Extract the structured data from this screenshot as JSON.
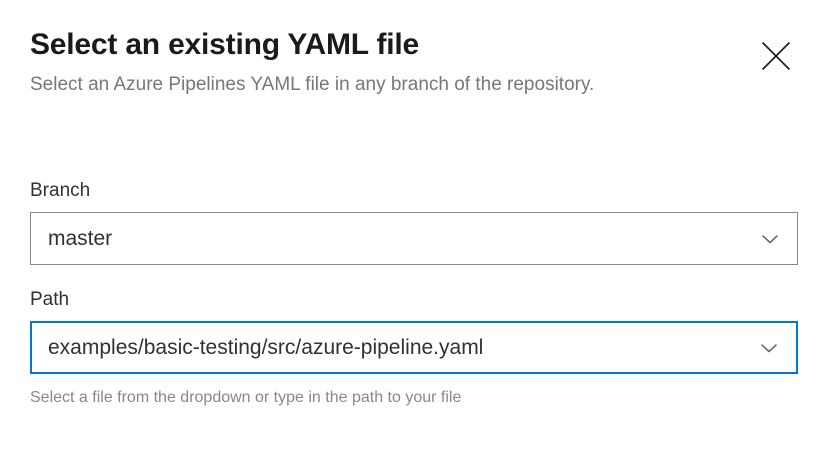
{
  "dialog": {
    "title": "Select an existing YAML file",
    "subtitle": "Select an Azure Pipelines YAML file in any branch of the repository.",
    "close_icon": "close-icon"
  },
  "colors": {
    "focus_border": "#0078D4",
    "rest_border": "#8A8886",
    "text_primary": "#323130",
    "title": "#1B1A19",
    "text_secondary": "#797775",
    "help_text": "#8A8886",
    "background": "#FFFFFF"
  },
  "fields": [
    {
      "label": "Branch",
      "value": "master",
      "chevron_icon": "chevron-down-icon",
      "focused": false,
      "help": null
    },
    {
      "label": "Path",
      "value": "examples/basic-testing/src/azure-pipeline.yaml",
      "chevron_icon": "chevron-down-icon",
      "focused": true,
      "help": "Select a file from the dropdown or type in the path to your file"
    }
  ]
}
